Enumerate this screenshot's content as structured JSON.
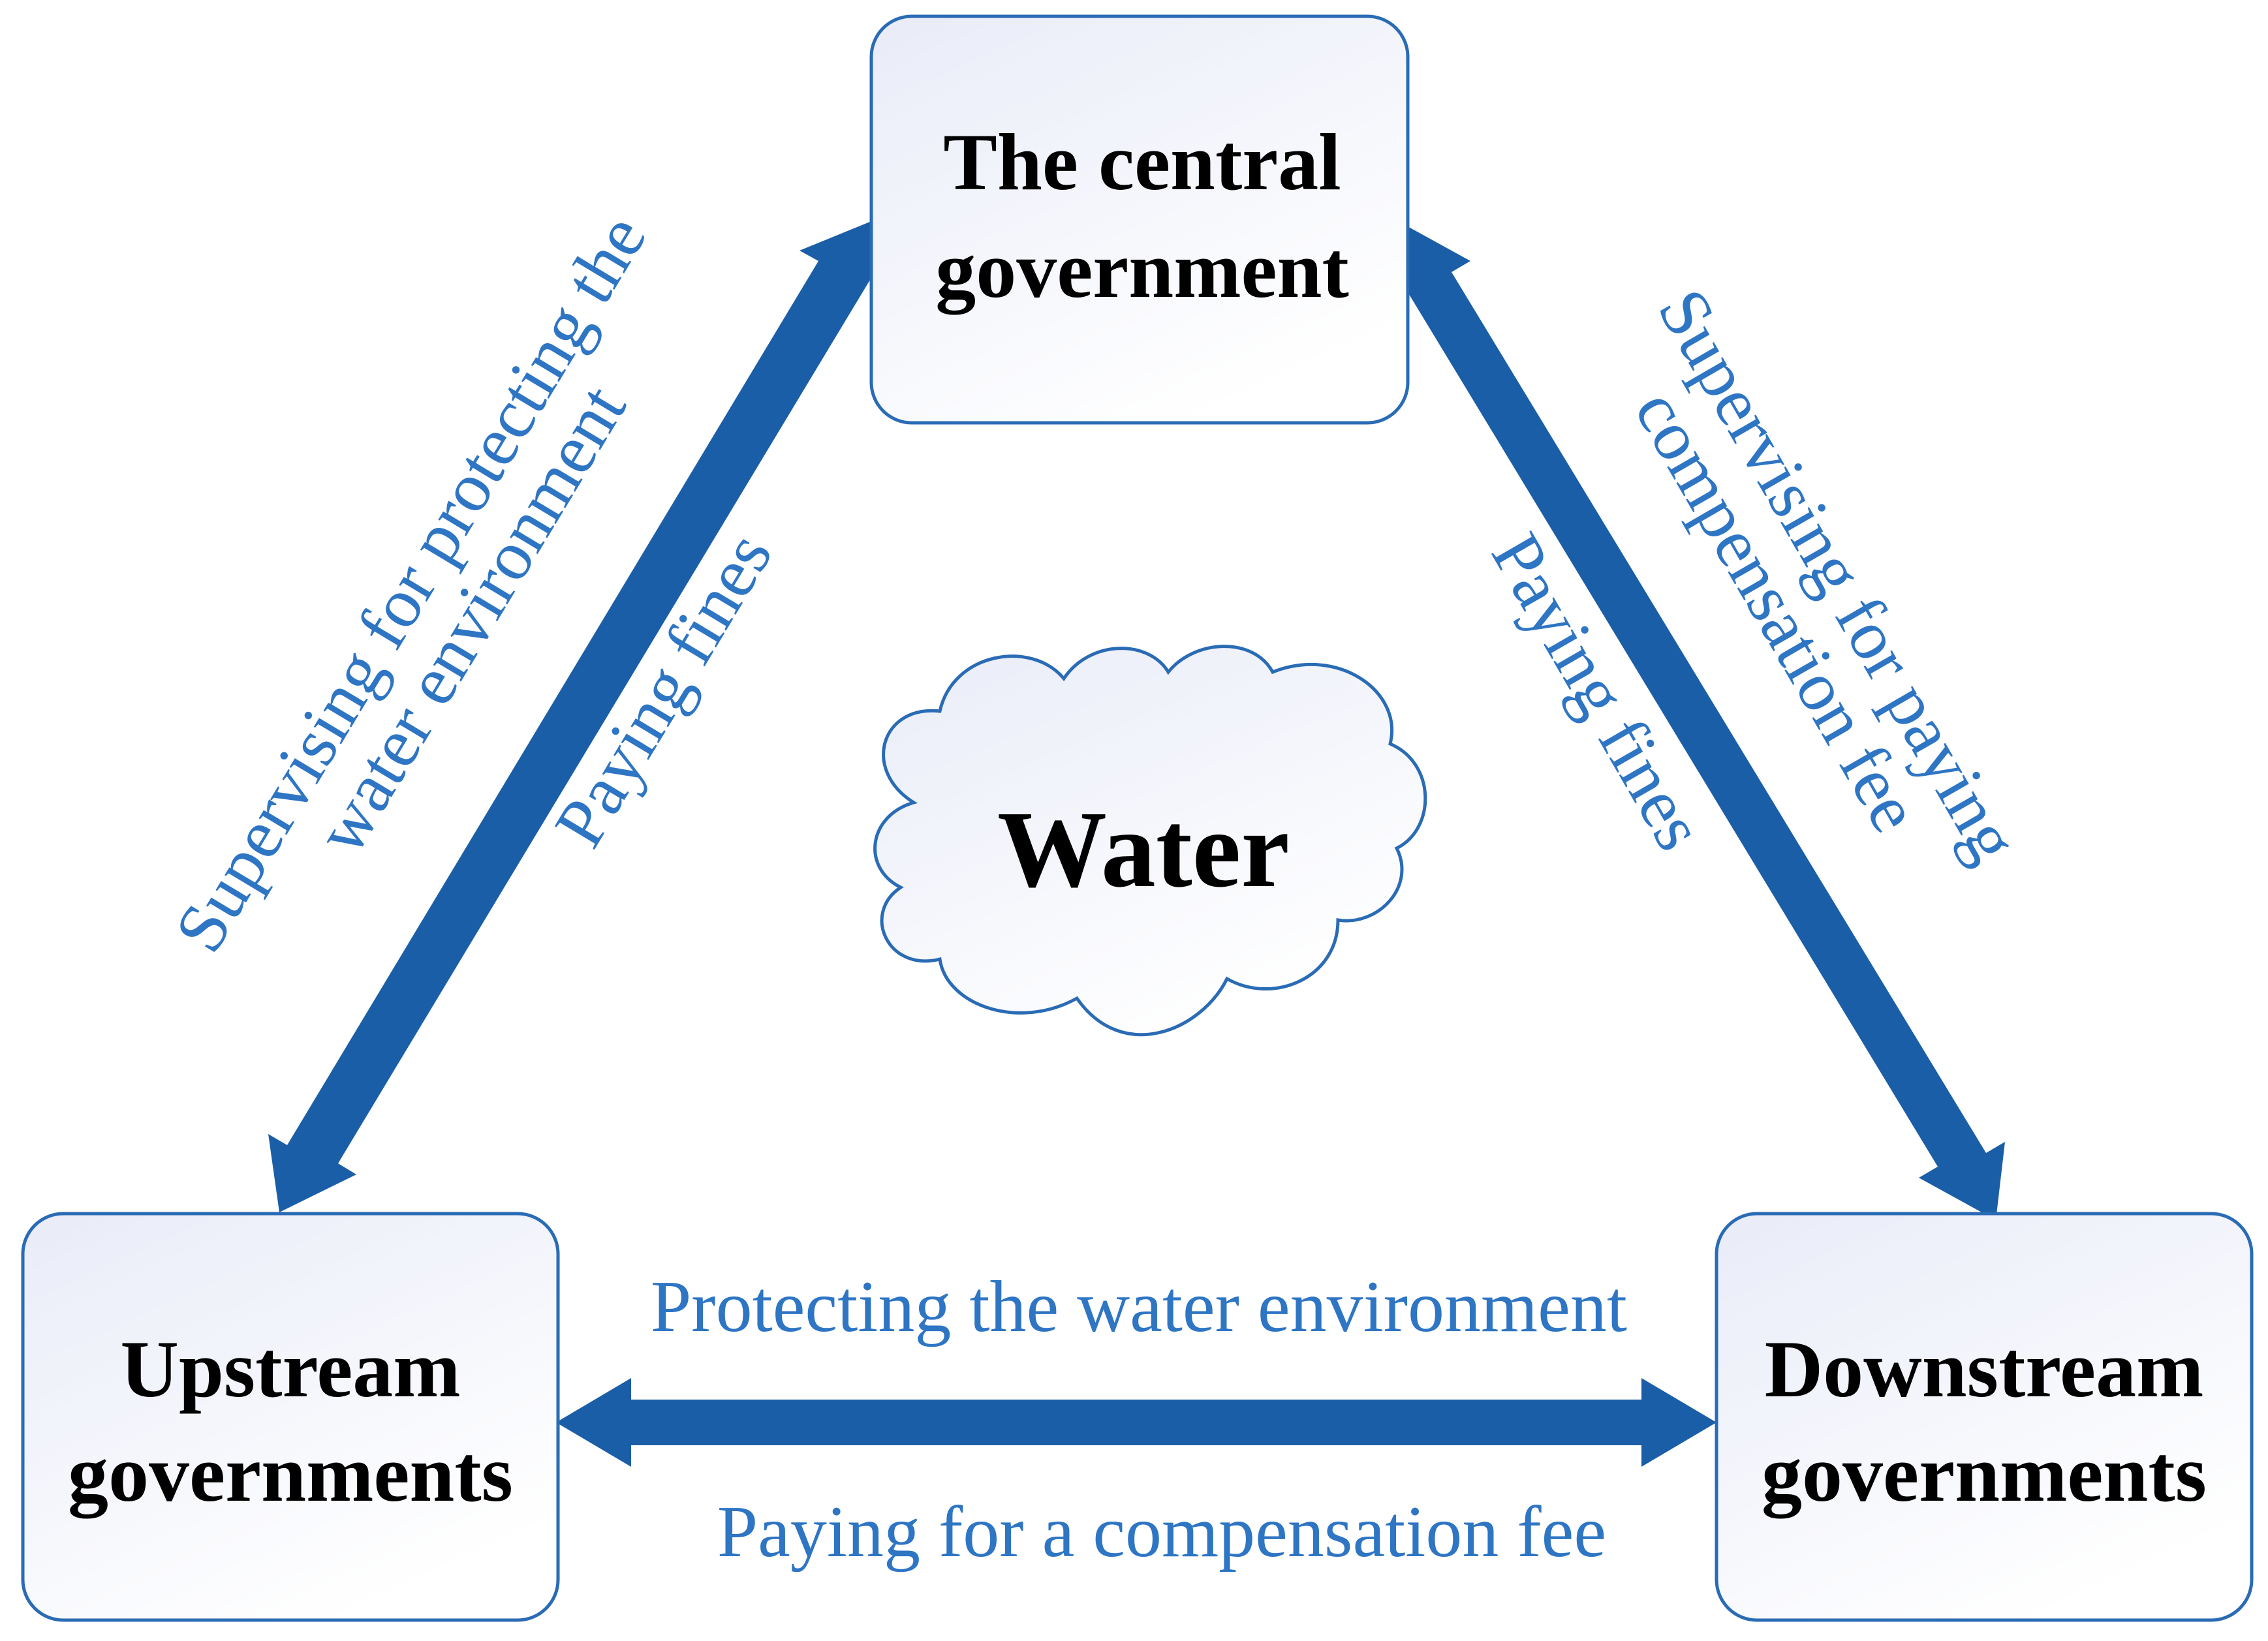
{
  "colors": {
    "arrow": "#1a5ea8",
    "box_border": "#2a6bb5",
    "box_fill_top": "#e9ecf8",
    "box_fill_bottom": "#ffffff",
    "label_text": "#2e75c4",
    "node_text": "#000000"
  },
  "nodes": {
    "central": {
      "line1": "The central",
      "line2": "government"
    },
    "upstream": {
      "line1": "Upstream",
      "line2": "governments"
    },
    "downstream": {
      "line1": "Downstream",
      "line2": "governments"
    },
    "water": {
      "label": "Water"
    }
  },
  "edges": {
    "left": {
      "outer_line1": "Supervising for protecting the",
      "outer_line2": "water environment",
      "inner": "Paying fines"
    },
    "right": {
      "outer_line1": "Supervising for paying",
      "outer_line2": "compensation fee",
      "inner": "Paying fines"
    },
    "bottom": {
      "top": "Protecting the water environment",
      "bottom": "Paying for a compensation fee"
    }
  }
}
